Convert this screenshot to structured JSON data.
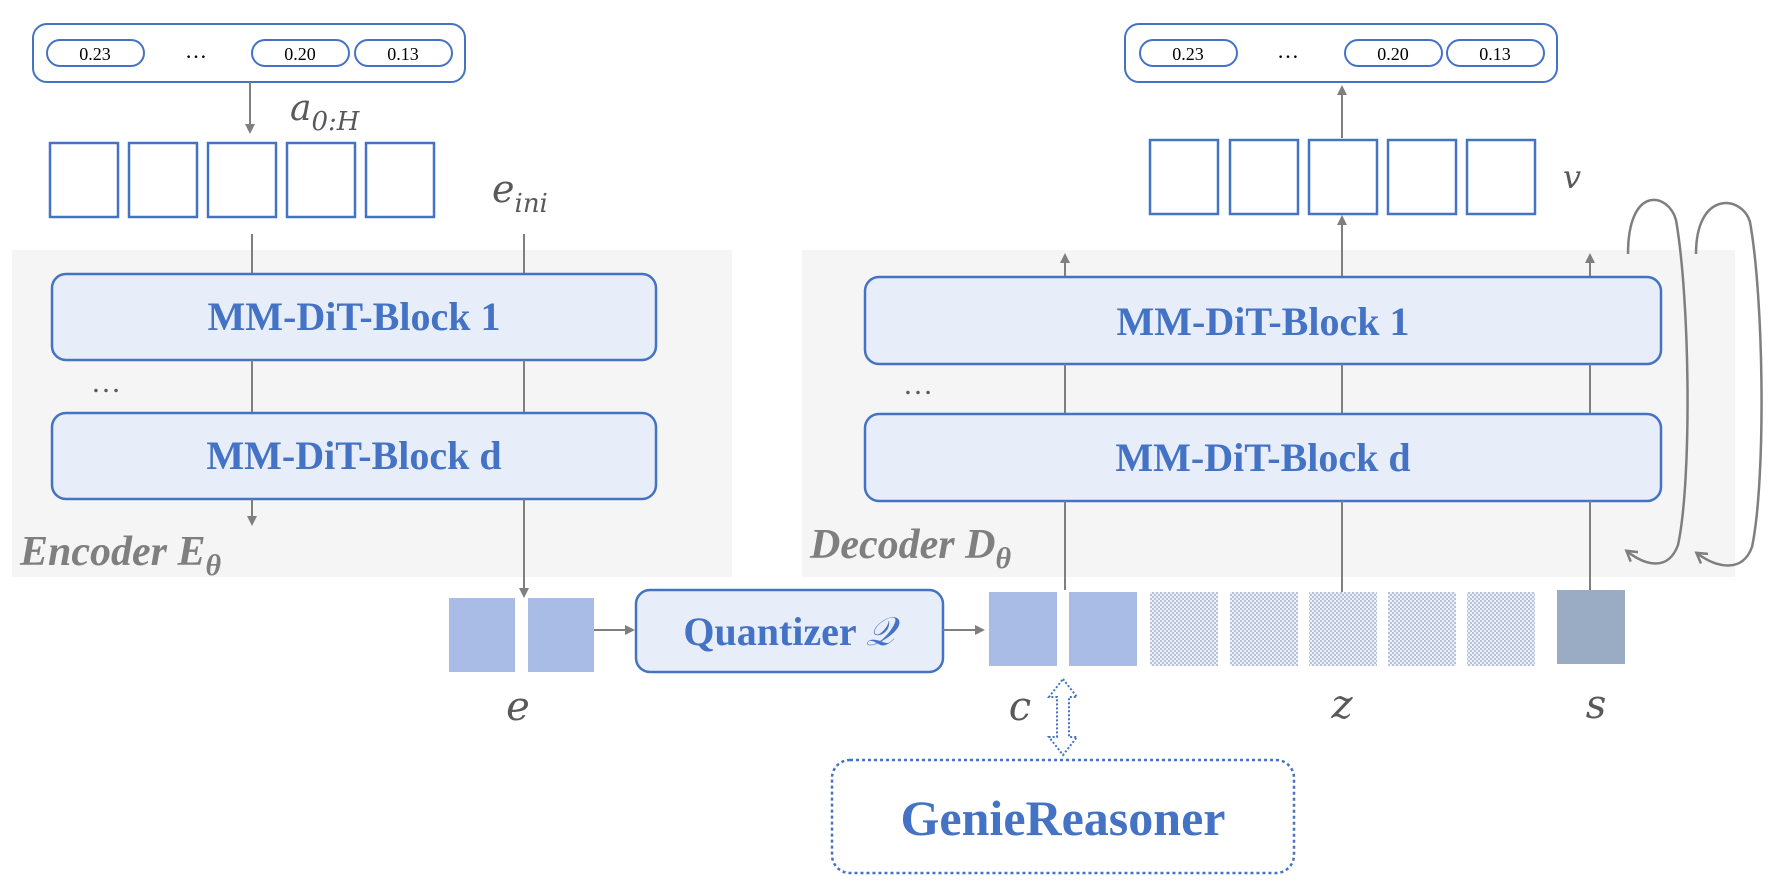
{
  "encoder": {
    "action_values": [
      "0.23",
      "…",
      "0.20",
      "0.13"
    ],
    "action_label": "a",
    "action_sub": "0:H",
    "init_label": "e",
    "init_sub": "ini",
    "block_top": "MM-DiT-Block 1",
    "block_bottom": "MM-DiT-Block d",
    "ellipsis": "…",
    "panel_label": "Encoder ",
    "panel_sym": "E",
    "panel_sub": "θ"
  },
  "decoder": {
    "action_values": [
      "0.23",
      "…",
      "0.20",
      "0.13"
    ],
    "velocity_label": "v",
    "block_top": "MM-DiT-Block 1",
    "block_bottom": "MM-DiT-Block d",
    "ellipsis": "…",
    "panel_label": "Decoder ",
    "panel_sym": "D",
    "panel_sub": "θ"
  },
  "bottom": {
    "e_label": "e",
    "quantizer_label": "Quantizer ",
    "quantizer_sym": "𝒬",
    "c_label": "c",
    "z_label": "z",
    "s_label": "s",
    "reasoner_label": "GenieReasoner"
  },
  "colors": {
    "accent": "#4472c4",
    "block_fill": "#e8eef9",
    "token_fill": "#a9bce6",
    "state_fill": "#9aabc4",
    "panel_bg": "#f5f5f5",
    "line": "#7f7f7f"
  }
}
